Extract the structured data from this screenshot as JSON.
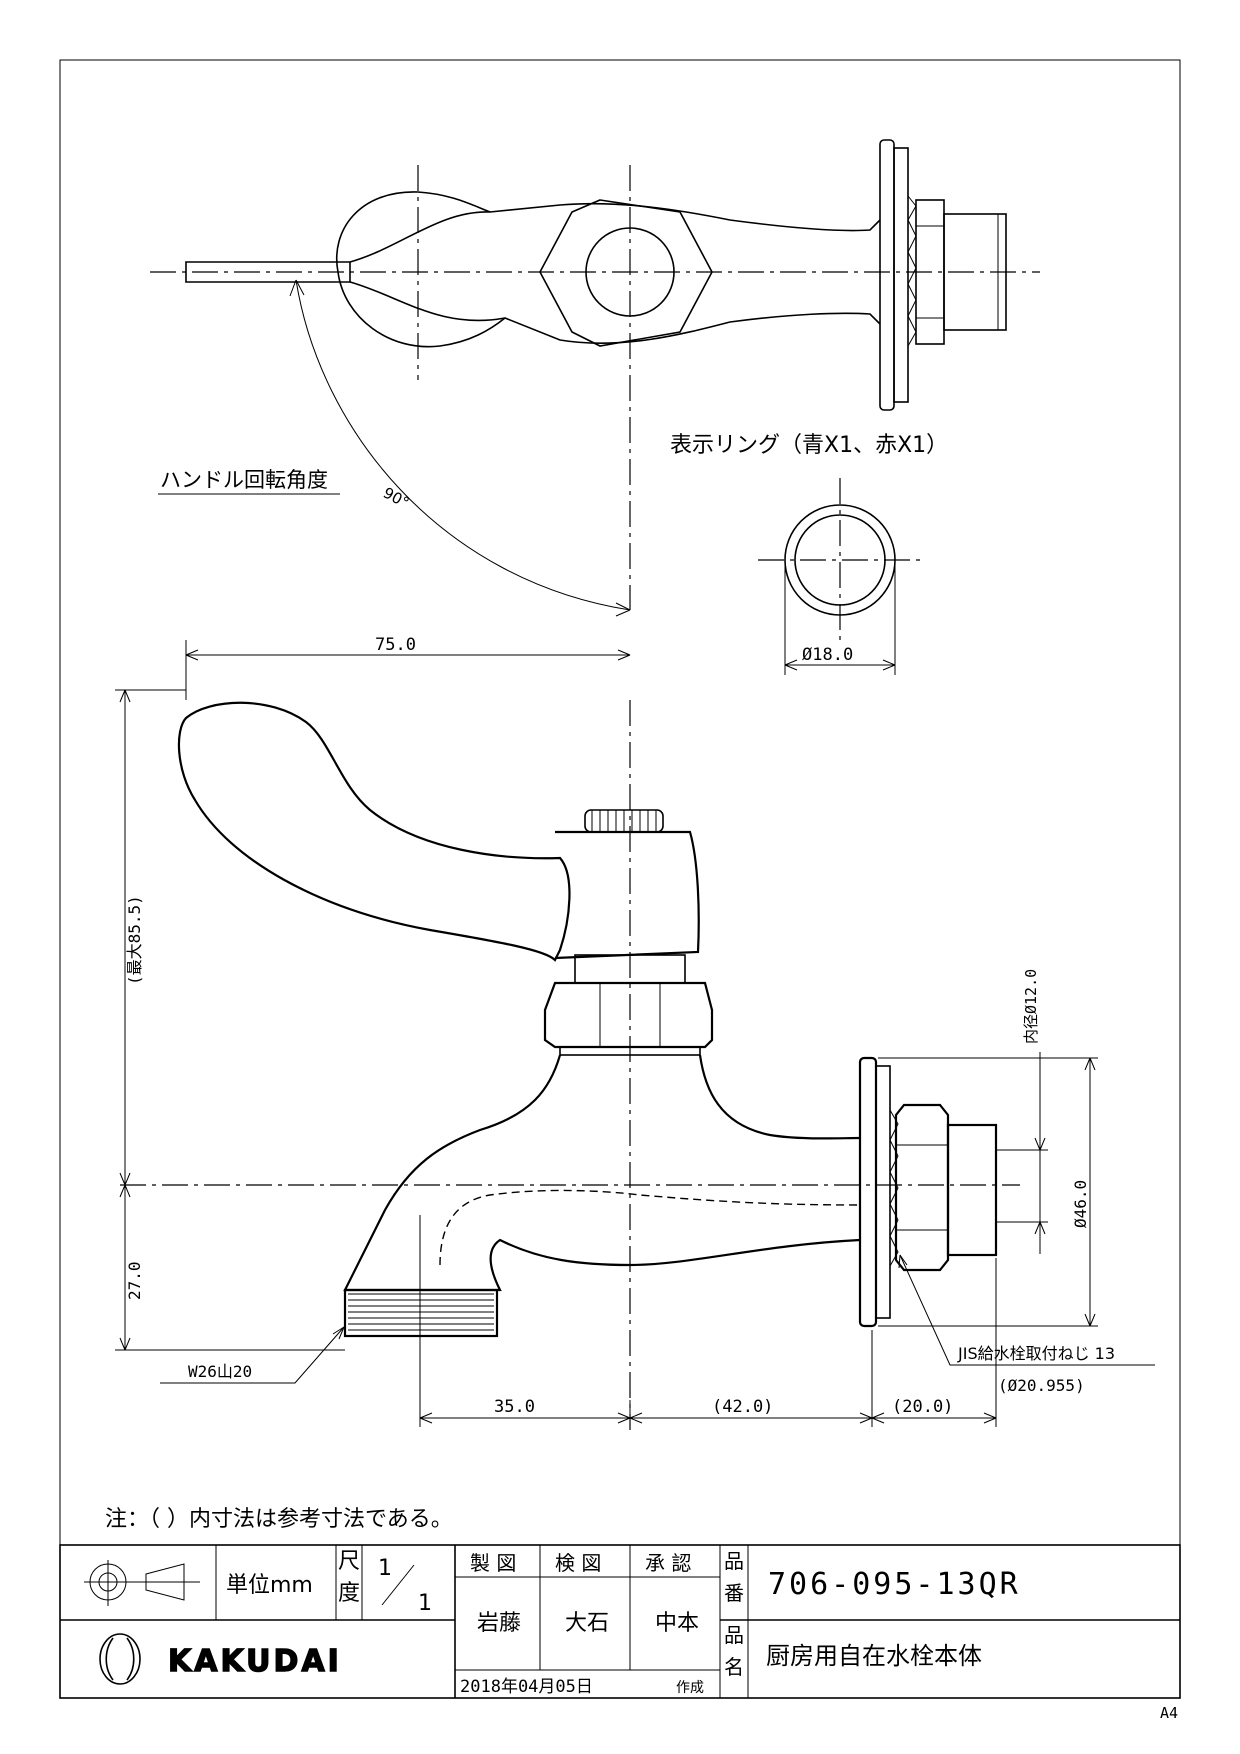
{
  "drawing": {
    "ring_label": "表示リング（青X1、赤X1）",
    "handle_rotation_label": "ハンドル回転角度",
    "angle_label": "90°",
    "dim_ring_dia": "Ø18.0",
    "dim_handle_reach": "75.0",
    "dim_max_height": "(最大85.5)",
    "dim_spout_height": "27.0",
    "dim_inner_dia": "内径Ø12.0",
    "dim_flange_dia": "Ø46.0",
    "spout_thread": "W26山20",
    "jis_thread": "JIS給水栓取付ねじ 13",
    "jis_thread_dia": "(Ø20.955)",
    "dim_spout_offset": "35.0",
    "dim_body_length": "(42.0)",
    "dim_thread_length": "(20.0)",
    "note": "注：（  ）内寸法は参考寸法である。"
  },
  "title_block": {
    "unit_label": "単位mm",
    "scale_label_top": "尺",
    "scale_label_bottom": "度",
    "scale_numerator": "1",
    "scale_denominator": "1",
    "drawn_header": "製 図",
    "checked_header": "検 図",
    "approved_header": "承 認",
    "drawn_by": "岩藤",
    "checked_by": "大石",
    "approved_by": "中本",
    "date": "2018年04月05日",
    "created_label": "作成",
    "part_no_label_top": "品",
    "part_no_label_bottom": "番",
    "part_no": "706-095-13QR",
    "part_name_label_top": "品",
    "part_name_label_bottom": "名",
    "part_name": "厨房用自在水栓本体",
    "brand": "KAKUDAI"
  },
  "paper_size": "A4"
}
